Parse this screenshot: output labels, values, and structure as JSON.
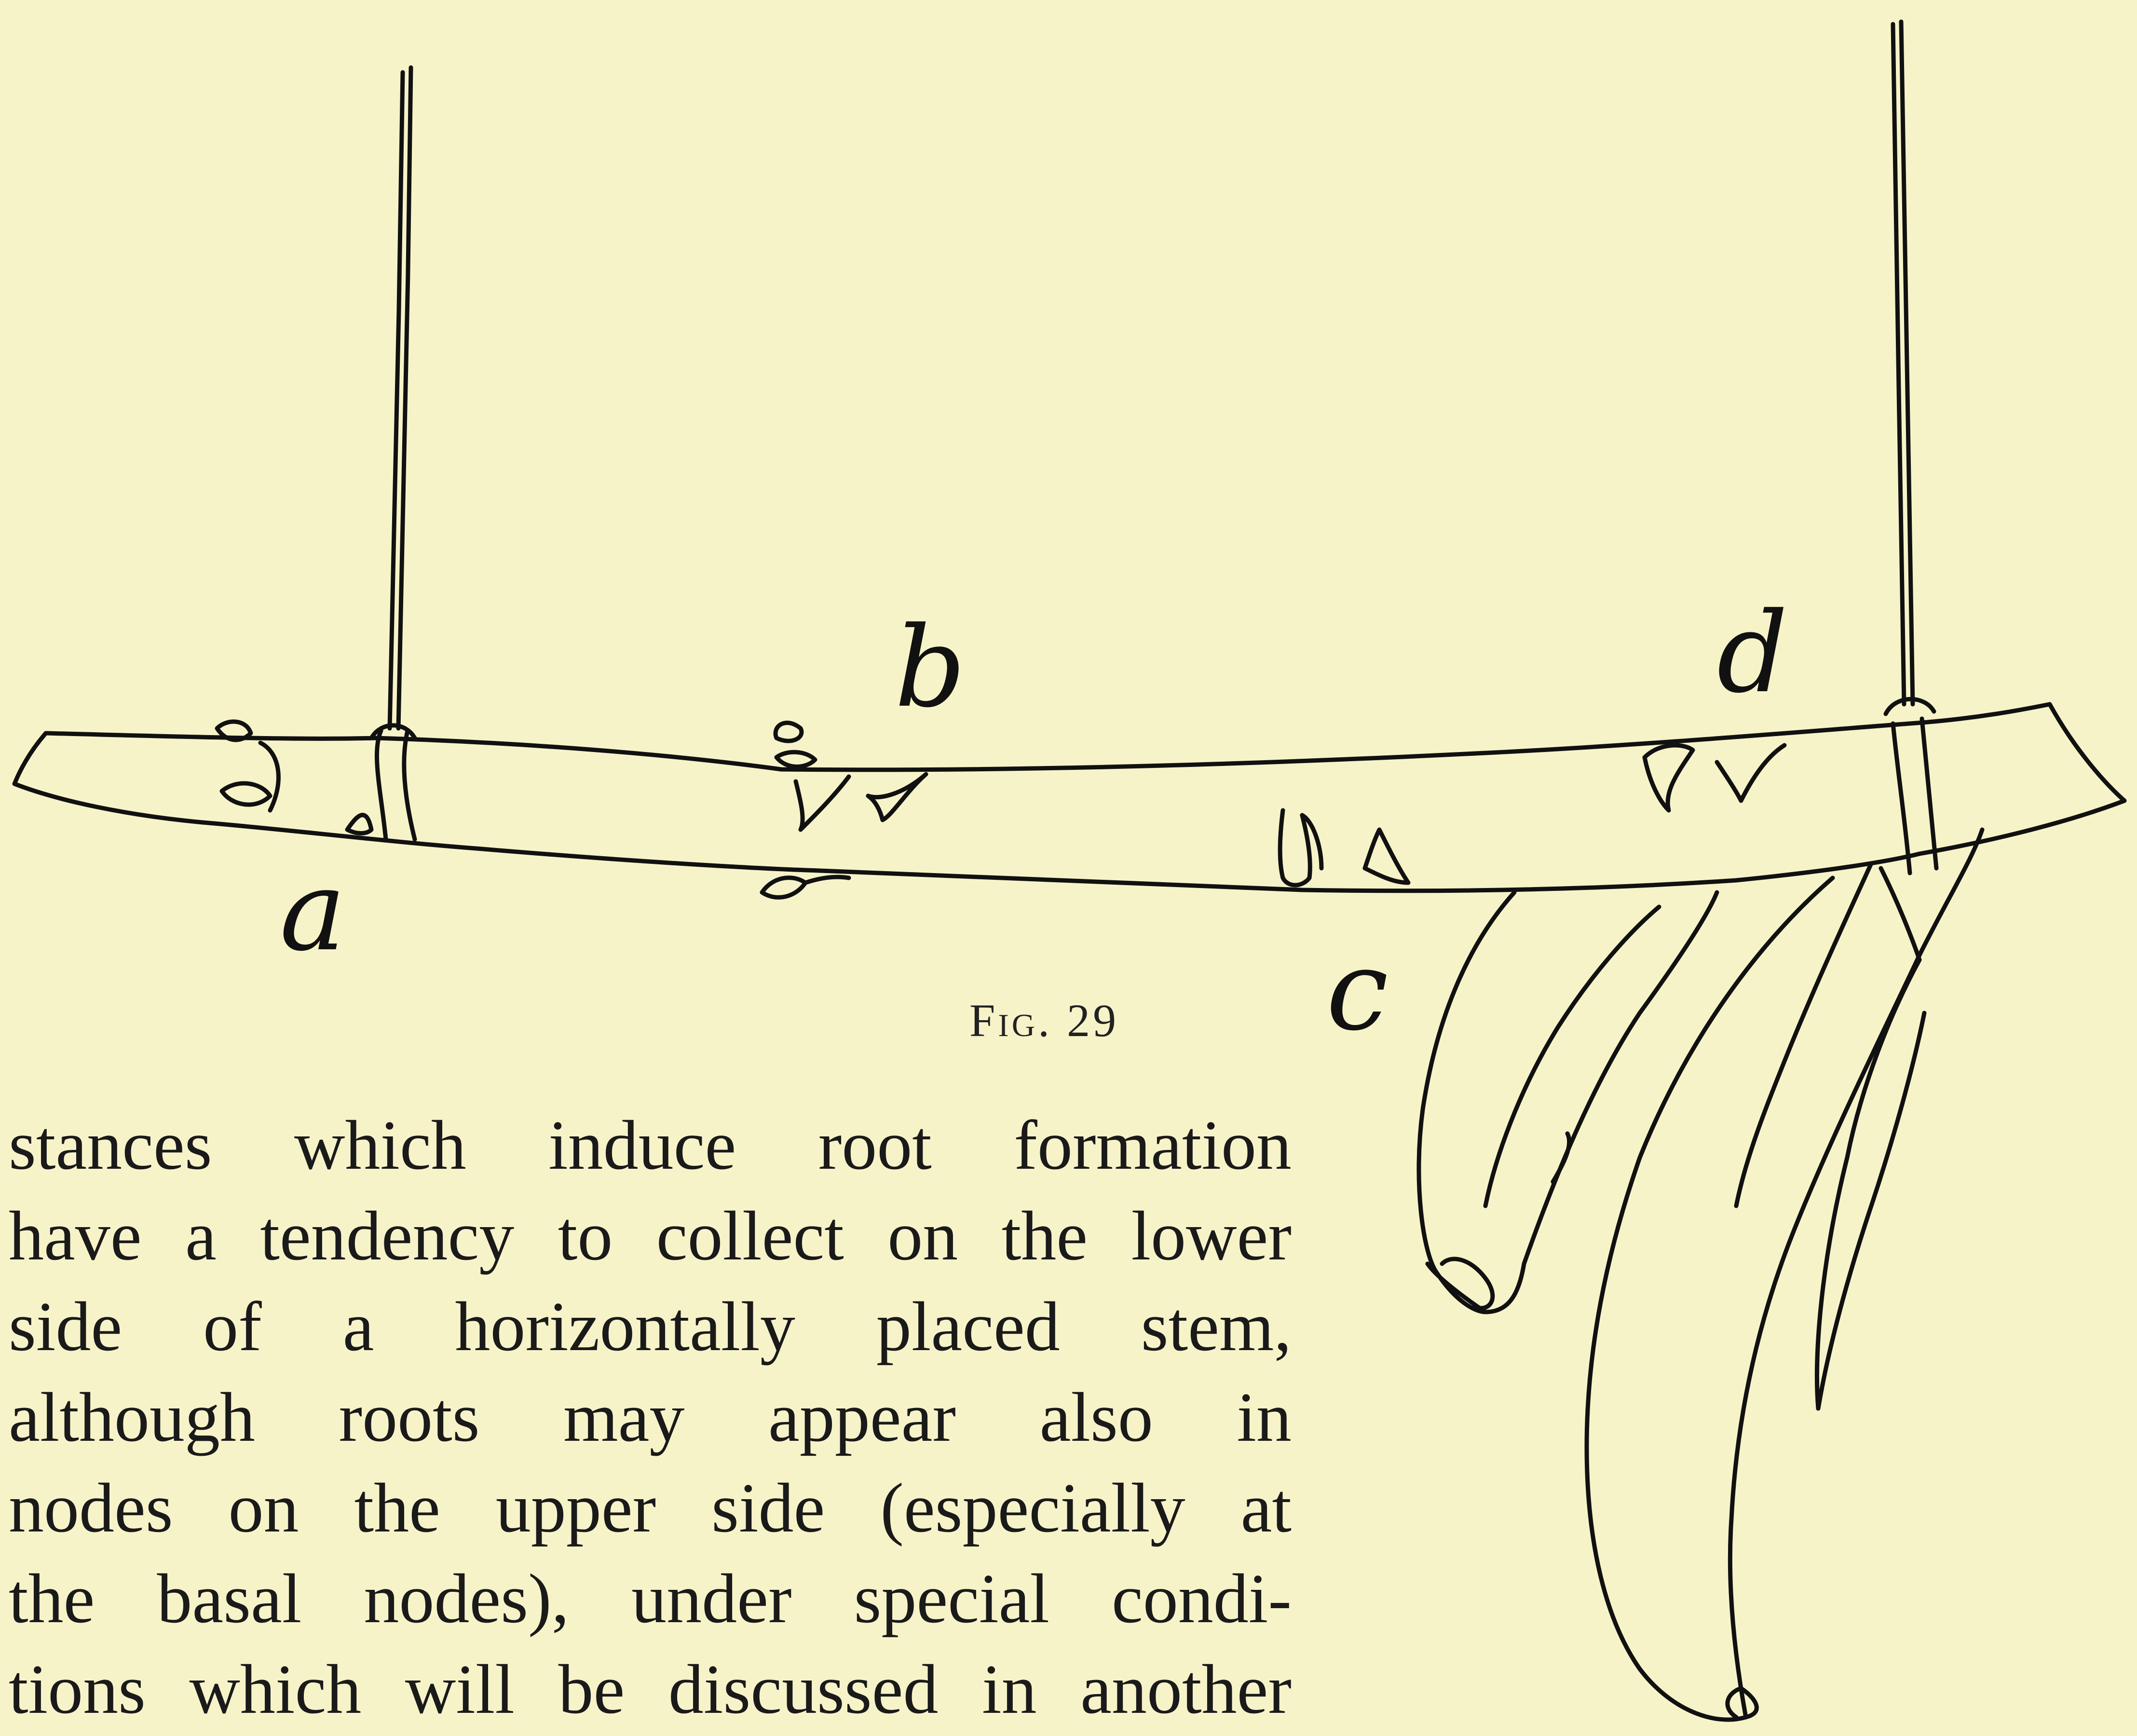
{
  "figure": {
    "labels": {
      "a": "a",
      "b": "b",
      "c": "c",
      "d": "d"
    },
    "caption": "Fig. 29"
  },
  "body_text": {
    "lines": [
      "stances which induce root formation",
      "have a tendency to collect on the lower",
      "side of a horizontally placed stem,",
      "although roots may appear also in",
      "nodes on the upper side (especially at",
      "the basal nodes), under special condi-",
      "tions which will be discussed in another"
    ]
  },
  "colors": {
    "paper": "#f7f3c9",
    "ink": "#111111"
  }
}
